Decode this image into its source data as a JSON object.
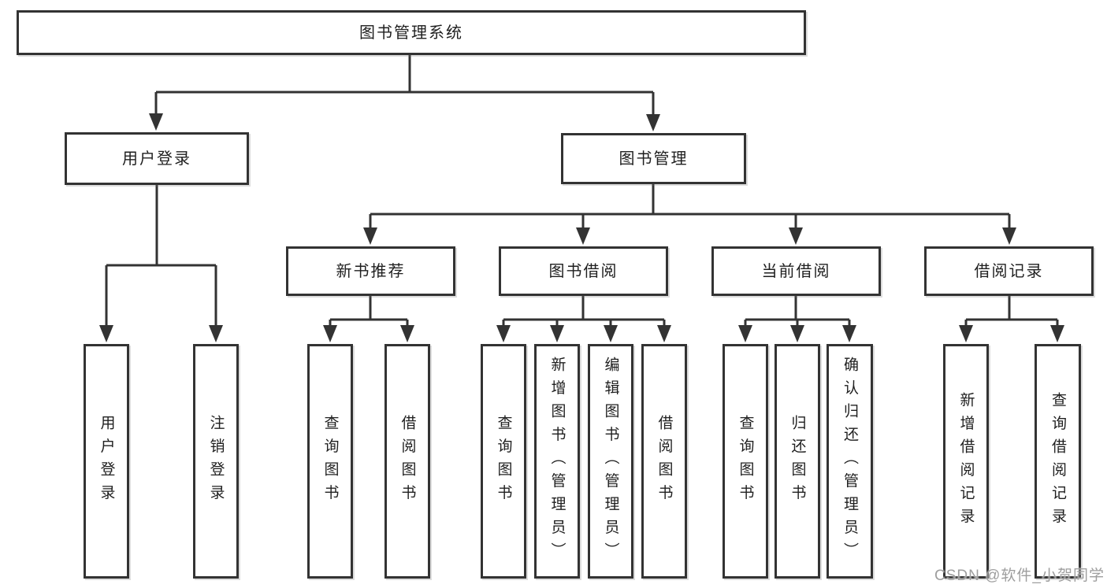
{
  "tree": {
    "label": "图书管理系统",
    "children": [
      {
        "label": "用户登录",
        "children": [
          {
            "label": "用户登录"
          },
          {
            "label": "注销登录"
          }
        ]
      },
      {
        "label": "图书管理",
        "children": [
          {
            "label": "新书推荐",
            "children": [
              {
                "label": "查询图书"
              },
              {
                "label": "借阅图书"
              }
            ]
          },
          {
            "label": "图书借阅",
            "children": [
              {
                "label": "查询图书"
              },
              {
                "label": "新增图书（管理员）"
              },
              {
                "label": "编辑图书（管理员）"
              },
              {
                "label": "借阅图书"
              }
            ]
          },
          {
            "label": "当前借阅",
            "children": [
              {
                "label": "查询图书"
              },
              {
                "label": "归还图书"
              },
              {
                "label": "确认归还（管理员）"
              }
            ]
          },
          {
            "label": "借阅记录",
            "children": [
              {
                "label": "新增借阅记录"
              },
              {
                "label": "查询借阅记录"
              }
            ]
          }
        ]
      }
    ]
  },
  "watermark": {
    "text": "CSDN @软件_小贺同学"
  },
  "colors": {
    "line": "#333333",
    "box_border": "#333333",
    "box_fill": "#ffffff",
    "text": "#1f1f1f",
    "watermark": "#9e9e9e",
    "background": "#ffffff"
  }
}
